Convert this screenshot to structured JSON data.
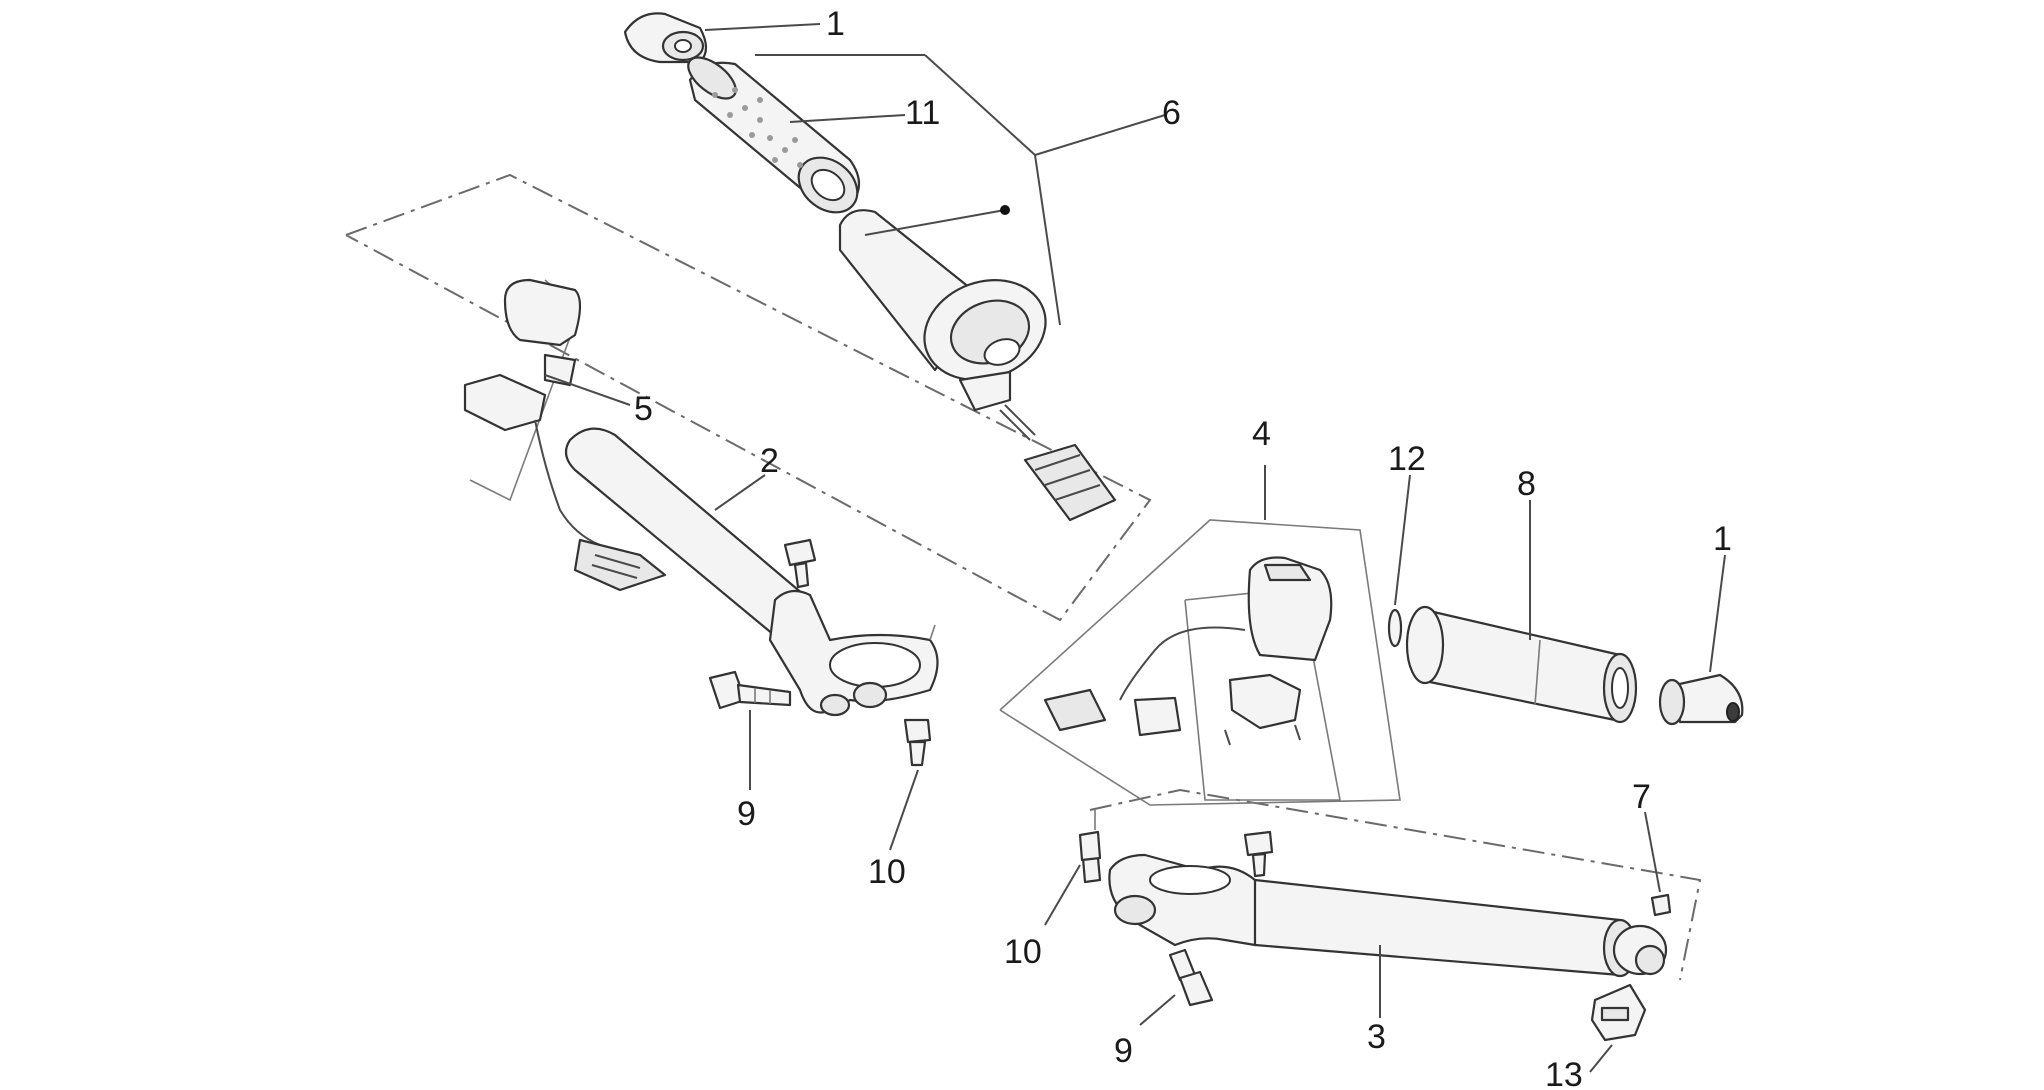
{
  "callouts": [
    {
      "id": "c1a",
      "label": "1"
    },
    {
      "id": "c11",
      "label": "11"
    },
    {
      "id": "c6",
      "label": "6"
    },
    {
      "id": "c5",
      "label": "5"
    },
    {
      "id": "c2",
      "label": "2"
    },
    {
      "id": "c9a",
      "label": "9"
    },
    {
      "id": "c10a",
      "label": "10"
    },
    {
      "id": "c4",
      "label": "4"
    },
    {
      "id": "c12",
      "label": "12"
    },
    {
      "id": "c8",
      "label": "8"
    },
    {
      "id": "c1b",
      "label": "1"
    },
    {
      "id": "c7",
      "label": "7"
    },
    {
      "id": "c10b",
      "label": "10"
    },
    {
      "id": "c3",
      "label": "3"
    },
    {
      "id": "c9b",
      "label": "9"
    },
    {
      "id": "c13",
      "label": "13"
    }
  ],
  "colors": {
    "line": "#333333",
    "fill": "#f4f4f4",
    "background": "#ffffff"
  }
}
